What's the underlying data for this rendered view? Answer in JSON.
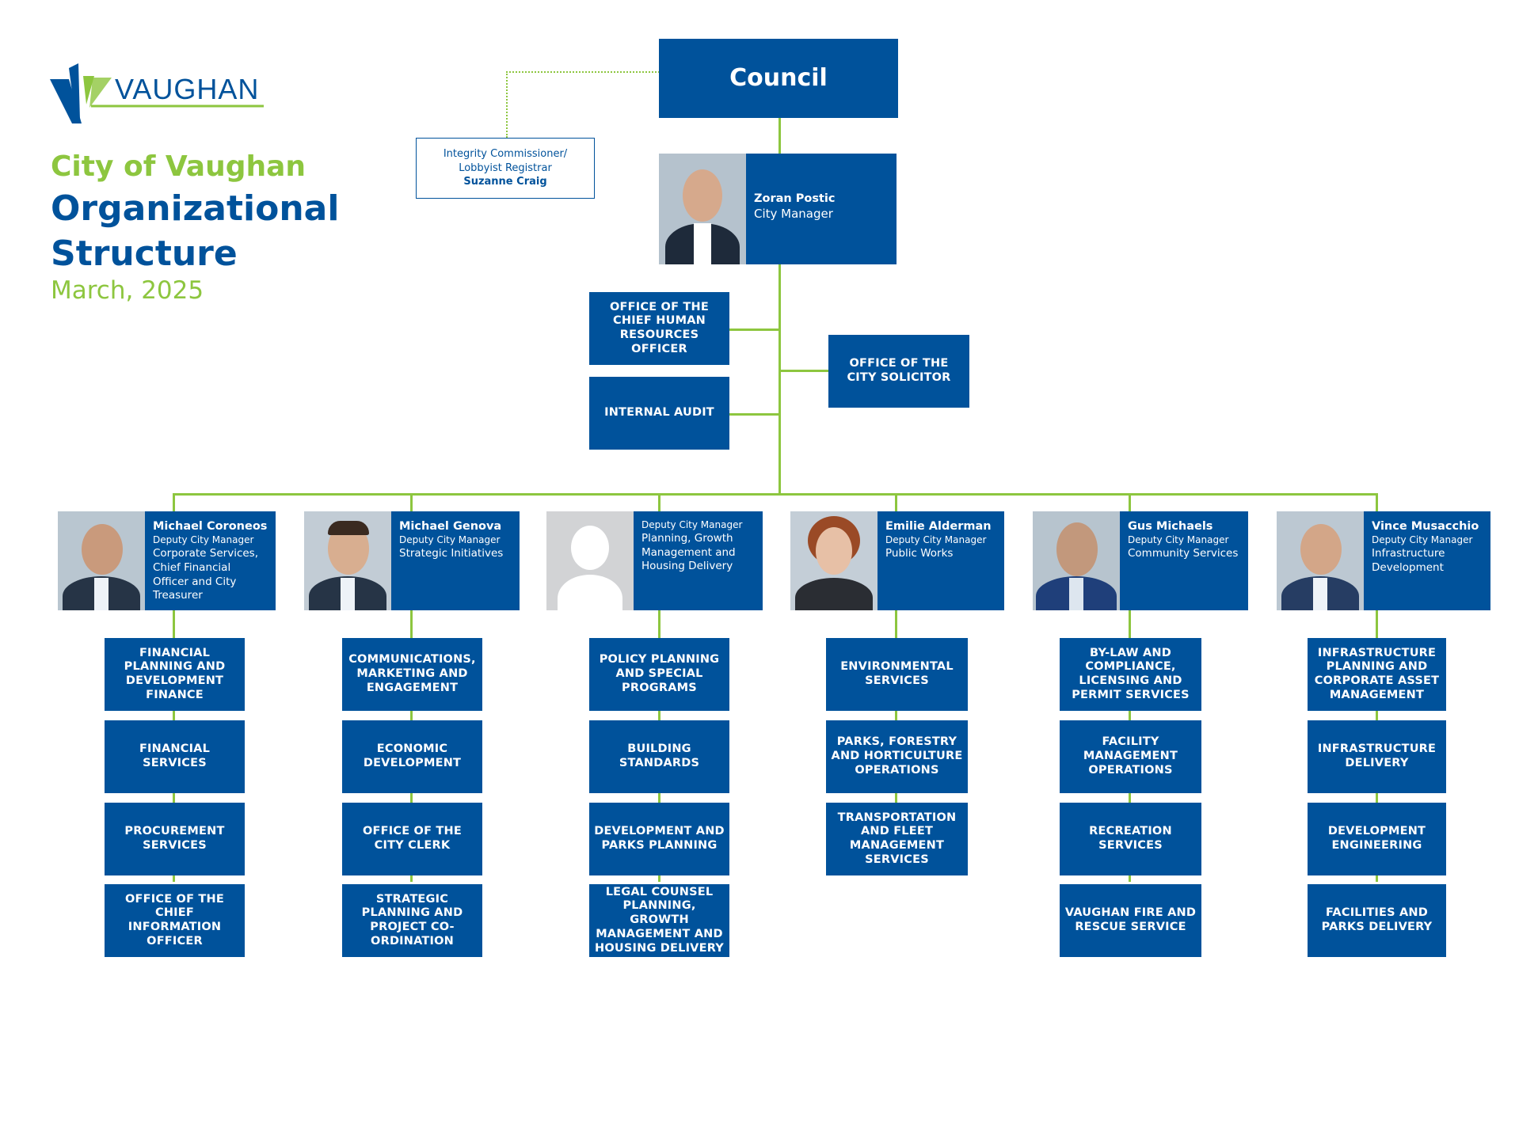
{
  "logo": {
    "text": "VAUGHAN",
    "colors": {
      "blue": "#00529b",
      "green": "#8dc63f"
    }
  },
  "header": {
    "line1": "City of Vaughan",
    "line2": "Organizational",
    "line3": "Structure",
    "date": "March, 2025"
  },
  "council": "Council",
  "integrity": {
    "title_line1": "Integrity Commissioner/",
    "title_line2": "Lobbyist Registrar",
    "name": "Suzanne Craig"
  },
  "city_manager": {
    "name": "Zoran Postic",
    "role": "City Manager"
  },
  "offices": {
    "hr": "OFFICE OF THE CHIEF HUMAN RESOURCES OFFICER",
    "audit": "INTERNAL AUDIT",
    "solicitor": "OFFICE OF THE CITY SOLICITOR"
  },
  "deputies": [
    {
      "name": "Michael Coroneos",
      "role": "Deputy City Manager",
      "division": "Corporate Services, Chief Financial Officer and City Treasurer"
    },
    {
      "name": "Michael Genova",
      "role": "Deputy City Manager",
      "division": "Strategic Initiatives"
    },
    {
      "name": "",
      "role": "Deputy City Manager",
      "division": "Planning, Growth Management and Housing Delivery"
    },
    {
      "name": "Emilie Alderman",
      "role": "Deputy City Manager",
      "division": "Public Works"
    },
    {
      "name": "Gus Michaels",
      "role": "Deputy City Manager",
      "division": "Community Services"
    },
    {
      "name": "Vince Musacchio",
      "role": "Deputy City Manager",
      "division": "Infrastructure Development"
    }
  ],
  "departments": [
    [
      "FINANCIAL PLANNING AND DEVELOPMENT FINANCE",
      "FINANCIAL SERVICES",
      "PROCUREMENT SERVICES",
      "OFFICE OF THE CHIEF INFORMATION OFFICER"
    ],
    [
      "COMMUNICATIONS, MARKETING AND ENGAGEMENT",
      "ECONOMIC DEVELOPMENT",
      "OFFICE OF THE CITY CLERK",
      "STRATEGIC PLANNING AND PROJECT CO-ORDINATION"
    ],
    [
      "POLICY PLANNING AND SPECIAL PROGRAMS",
      "BUILDING STANDARDS",
      "DEVELOPMENT AND PARKS PLANNING",
      "LEGAL COUNSEL PLANNING, GROWTH MANAGEMENT AND HOUSING DELIVERY"
    ],
    [
      "ENVIRONMENTAL SERVICES",
      "PARKS, FORESTRY AND HORTICULTURE OPERATIONS",
      "TRANSPORTATION AND FLEET MANAGEMENT SERVICES"
    ],
    [
      "BY-LAW AND COMPLIANCE, LICENSING AND PERMIT SERVICES",
      "FACILITY MANAGEMENT OPERATIONS",
      "RECREATION SERVICES",
      "VAUGHAN FIRE AND RESCUE SERVICE"
    ],
    [
      "INFRASTRUCTURE PLANNING AND CORPORATE ASSET MANAGEMENT",
      "INFRASTRUCTURE DELIVERY",
      "DEVELOPMENT ENGINEERING",
      "FACILITIES AND PARKS DELIVERY"
    ]
  ]
}
